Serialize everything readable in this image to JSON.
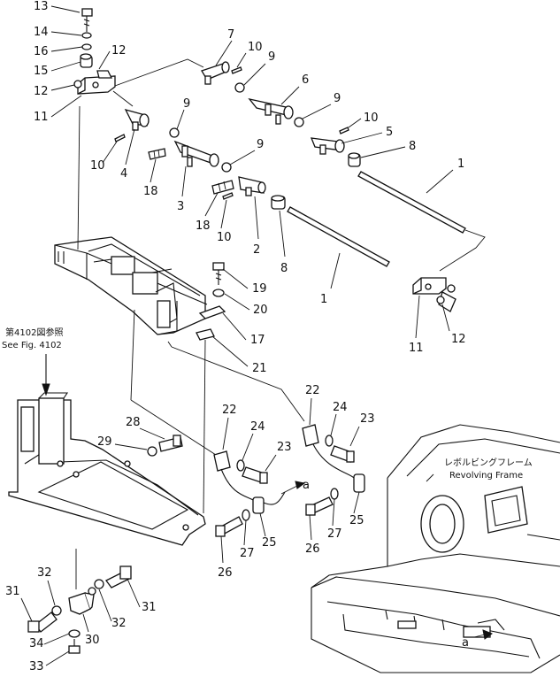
{
  "callouts": [
    {
      "id": "c13",
      "text": "13"
    },
    {
      "id": "c14",
      "text": "14"
    },
    {
      "id": "c16",
      "text": "16"
    },
    {
      "id": "c15",
      "text": "15"
    },
    {
      "id": "c12a",
      "text": "12"
    },
    {
      "id": "c12b",
      "text": "12"
    },
    {
      "id": "c11a",
      "text": "11"
    },
    {
      "id": "c7",
      "text": "7"
    },
    {
      "id": "c10a",
      "text": "10"
    },
    {
      "id": "c9a",
      "text": "9"
    },
    {
      "id": "c6",
      "text": "6"
    },
    {
      "id": "c9b",
      "text": "9"
    },
    {
      "id": "c10b",
      "text": "10"
    },
    {
      "id": "c5",
      "text": "5"
    },
    {
      "id": "c8a",
      "text": "8"
    },
    {
      "id": "c1a",
      "text": "1"
    },
    {
      "id": "c9c",
      "text": "9"
    },
    {
      "id": "c10c",
      "text": "10"
    },
    {
      "id": "c4",
      "text": "4"
    },
    {
      "id": "c18a",
      "text": "18"
    },
    {
      "id": "c3",
      "text": "3"
    },
    {
      "id": "c9d",
      "text": "9"
    },
    {
      "id": "c18b",
      "text": "18"
    },
    {
      "id": "c10d",
      "text": "10"
    },
    {
      "id": "c2",
      "text": "2"
    },
    {
      "id": "c8b",
      "text": "8"
    },
    {
      "id": "c1b",
      "text": "1"
    },
    {
      "id": "c19",
      "text": "19"
    },
    {
      "id": "c20",
      "text": "20"
    },
    {
      "id": "c11b",
      "text": "11"
    },
    {
      "id": "c12c",
      "text": "12"
    },
    {
      "id": "c17",
      "text": "17"
    },
    {
      "id": "c21",
      "text": "21"
    },
    {
      "id": "c22a",
      "text": "22"
    },
    {
      "id": "c24a",
      "text": "24"
    },
    {
      "id": "c23a",
      "text": "23"
    },
    {
      "id": "c28",
      "text": "28"
    },
    {
      "id": "c29",
      "text": "29"
    },
    {
      "id": "c22b",
      "text": "22"
    },
    {
      "id": "c24b",
      "text": "24"
    },
    {
      "id": "c23b",
      "text": "23"
    },
    {
      "id": "c25a",
      "text": "25"
    },
    {
      "id": "c27a",
      "text": "27"
    },
    {
      "id": "c26a",
      "text": "26"
    },
    {
      "id": "c25b",
      "text": "25"
    },
    {
      "id": "c27b",
      "text": "27"
    },
    {
      "id": "c26b",
      "text": "26"
    },
    {
      "id": "c32a",
      "text": "32"
    },
    {
      "id": "c31a",
      "text": "31"
    },
    {
      "id": "c31b",
      "text": "31"
    },
    {
      "id": "c32b",
      "text": "32"
    },
    {
      "id": "c34",
      "text": "34"
    },
    {
      "id": "c30",
      "text": "30"
    },
    {
      "id": "c33",
      "text": "33"
    }
  ],
  "references": {
    "see_fig_jp": "第4102図参照",
    "see_fig_en": "See Fig. 4102",
    "frame_jp": "レボルビングフレーム",
    "frame_en": "Revolving Frame",
    "connector_a1": "a",
    "connector_a2": "a"
  }
}
